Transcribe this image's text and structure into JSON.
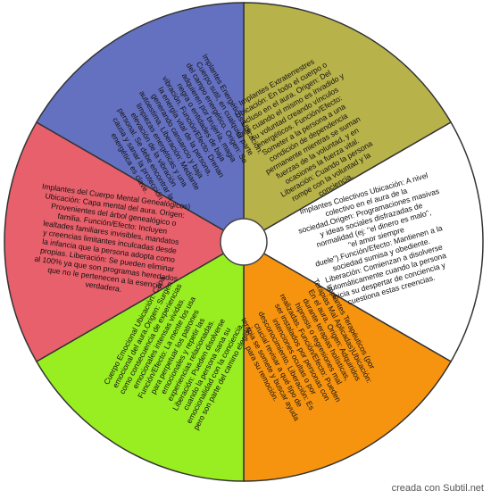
{
  "credit": "creada con Subtil.net",
  "segments": [
    {
      "color": "#b8b24a",
      "text": "Implantes Extraterrestres Ubicación: En todo el cuerpo o incluso en el aura. Origen: Del Ente cuando el mismo es invadido y su voluntad creando vínculos energéticos. Función/Efecto: Someter a la persona a una condición de dependencia permanente mientras se suman fuerzas de la voluntad, y en ocasiones la fuerza vital. Liberación: Cuando la persona rompe con la voluntad y la conciencia."
    },
    {
      "color": "#ffffff",
      "text": "Implantes Colectivos Ubicación: A nivel colectivo en el aura de la sociedad.Origen: Programaciones masivas y ideas sociales disfrazadas de normalidad (ej: \"el dinero es malo\", \"el amor siempre duele\").Función/Efecto: Mantienen a la sociedad sumisa y obediente. Liberación: Comienzan a disolverse automáticamente cuando la persona inicia su despertar de conciencia y cuestiona estas creencias."
    },
    {
      "color": "#f7940f",
      "text": "Implantes Terapéuticos (por Terapias Mal Aplicadas)Ubicación: En el aura. Origen: Adquiridos durante terapias holísticas, hipnosis o regresiones mal realizadas. Función/Efecto: Pueden ser instalados por personas con intenciones ocultas o por desconocimiento. Liberación: Es crucial revisar a qué tipo de terapia se somete y buscar ayuda para su remoción."
    },
    {
      "color": "#99ee22",
      "text": "Cuerpo Emocional Ubicación: Capa emocional del aura.Origen: Surgen como consecuencia de experiencias emocionales intensas vividas. Función/Efecto: La mente los usa para perpetuar los patrones emocionales y repetir las experiencias relacionadas. Liberación: Pueden disolverse cuando la persona sana su emocionalidad con la conciencia, pero son parte del camino elegido."
    },
    {
      "color": "#e8606b",
      "text": "Implantes del Cuerpo Mental Genealógicos) Ubicación: Capa mental del aura. Origen: Provenientes del árbol genealógico o familia. Función/Efecto: Incluyen lealtades familiares invisibles, mandatos y creencias limitantes inculcadas desde la infancia que la persona adopta como propias. Liberación: Se pueden eliminar al 100% ya que son programas heredados que no le pertenecen a la esencia verdadera."
    },
    {
      "color": "#6470c0",
      "text": "Implantes Energéticos Ubicación: Cuerpo sutil, en cualquier parte del campo energético. Origen: Se adquieren por brujería, magia negra o entidades de baja vibración. Función/Efecto: Drenan la energía vital de la persona, generando cansancio y baja autoestima. Liberación: Mediante limpiezas energéticas y una elevación de la vibración personal. Se debe encontrar la causa y sanar la protección energética es clave."
    }
  ]
}
